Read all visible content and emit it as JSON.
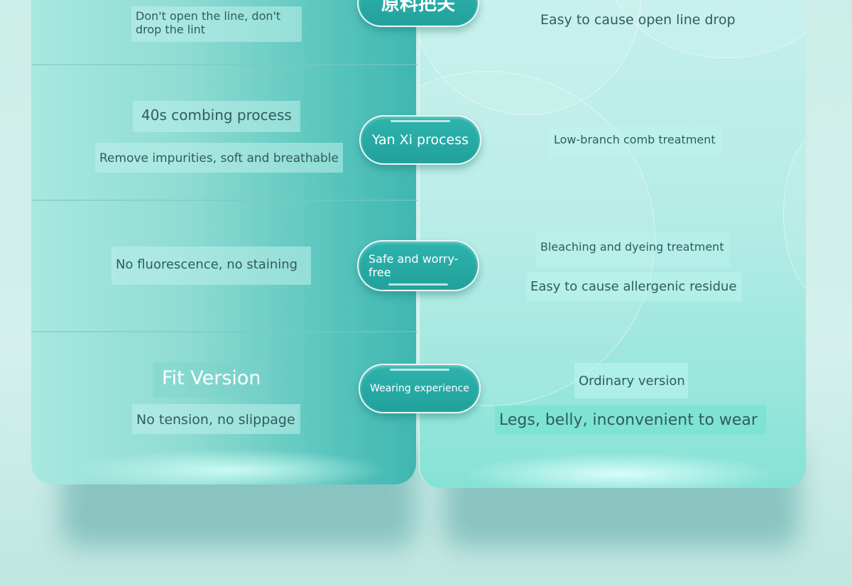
{
  "header": {
    "title": "原料把关"
  },
  "rows": [
    {
      "left_lines": [
        "Don't open the line, don't drop the lint"
      ],
      "badge": "",
      "right_lines": [
        "Easy to cause open line drop"
      ]
    },
    {
      "left_lines": [
        "40s combing process",
        "Remove impurities, soft and breathable"
      ],
      "badge": "Yan Xi process",
      "right_lines": [
        "Low-branch comb treatment"
      ]
    },
    {
      "left_lines": [
        "No fluorescence, no staining"
      ],
      "badge": "Safe and worry-free",
      "right_lines": [
        "Bleaching and dyeing treatment",
        "Easy to cause allergenic residue"
      ]
    },
    {
      "left_lines": [
        "Fit Version",
        "No tension, no slippage"
      ],
      "badge": "Wearing experience",
      "right_lines": [
        "Ordinary version",
        "Legs, belly, inconvenient to wear"
      ]
    }
  ],
  "colors": {
    "accent": "#22a19c",
    "text": "#2f5c5c",
    "background": "#cdeee8"
  }
}
